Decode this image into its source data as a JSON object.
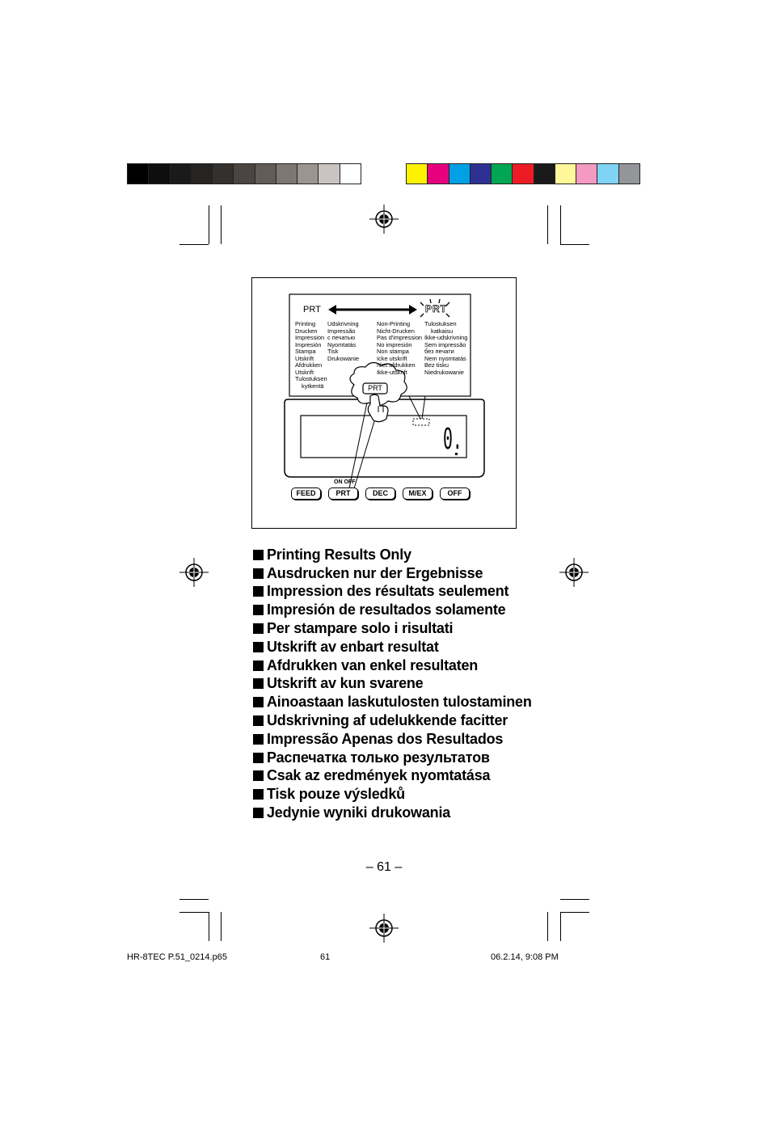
{
  "colors": {
    "gray_bar": [
      "#000000",
      "#0e0e0e",
      "#1a1a1a",
      "#262422",
      "#33302e",
      "#4a4542",
      "#625c58",
      "#7d7672",
      "#9b9592",
      "#c9c4c2",
      "#ffffff"
    ],
    "color_bar": [
      "#fff200",
      "#e6007e",
      "#00a0e4",
      "#2e3192",
      "#00a651",
      "#ed1c24",
      "#1a1a1a",
      "#fff799",
      "#f49ac1",
      "#7fd3f4",
      "#939598"
    ]
  },
  "figure": {
    "prt_label": "PRT",
    "col1": [
      "Printing",
      "Drucken",
      "Impression",
      "Impresión",
      "Stampa",
      "Utskrift",
      "Afdrukken",
      "Utskrift",
      "Tulostuksen",
      "kytkentä"
    ],
    "col2": [
      "Udskrivning",
      "Impressão",
      "с печатью",
      "Nyomtatás",
      "Tisk",
      "Drukowanie"
    ],
    "col3": [
      "Non-Printing",
      "Nicht-Drucken",
      "Pas d'impression",
      "No impresión",
      "Non stampa",
      "Icke utskrift",
      "Niet afdrukken",
      "Ikke-utskrift"
    ],
    "col4": [
      "Tulostuksen",
      "katkaisu",
      "Ikke-udskrivning",
      "Sem impressão",
      "без печати",
      "Nem nyomtatás",
      "Bez tisku",
      "Niedrukowanie"
    ],
    "bubble_key": "PRT",
    "display_value": "0.",
    "on_off_label": "ON OFF",
    "keys": [
      "FEED",
      "PRT",
      "DEC",
      "M/EX",
      "OFF"
    ]
  },
  "headings": [
    "Printing Results Only",
    "Ausdrucken nur der Ergebnisse",
    "Impression des résultats seulement",
    "Impresión de resultados solamente",
    "Per stampare solo i risultati",
    "Utskrift av enbart resultat",
    "Afdrukken van enkel resultaten",
    "Utskrift av kun svarene",
    "Ainoastaan laskutulosten tulostaminen",
    "Udskrivning af udelukkende facitter",
    "Impressão Apenas dos Resultados",
    "Распечатка только результатов",
    "Csak az eredmények nyomtatása",
    "Tisk pouze výsledků",
    "Jedynie wyniki drukowania"
  ],
  "page_number": "– 61 –",
  "footer": {
    "file": "HR-8TEC P.51_0214.p65",
    "page": "61",
    "date": "06.2.14, 9:08 PM"
  }
}
